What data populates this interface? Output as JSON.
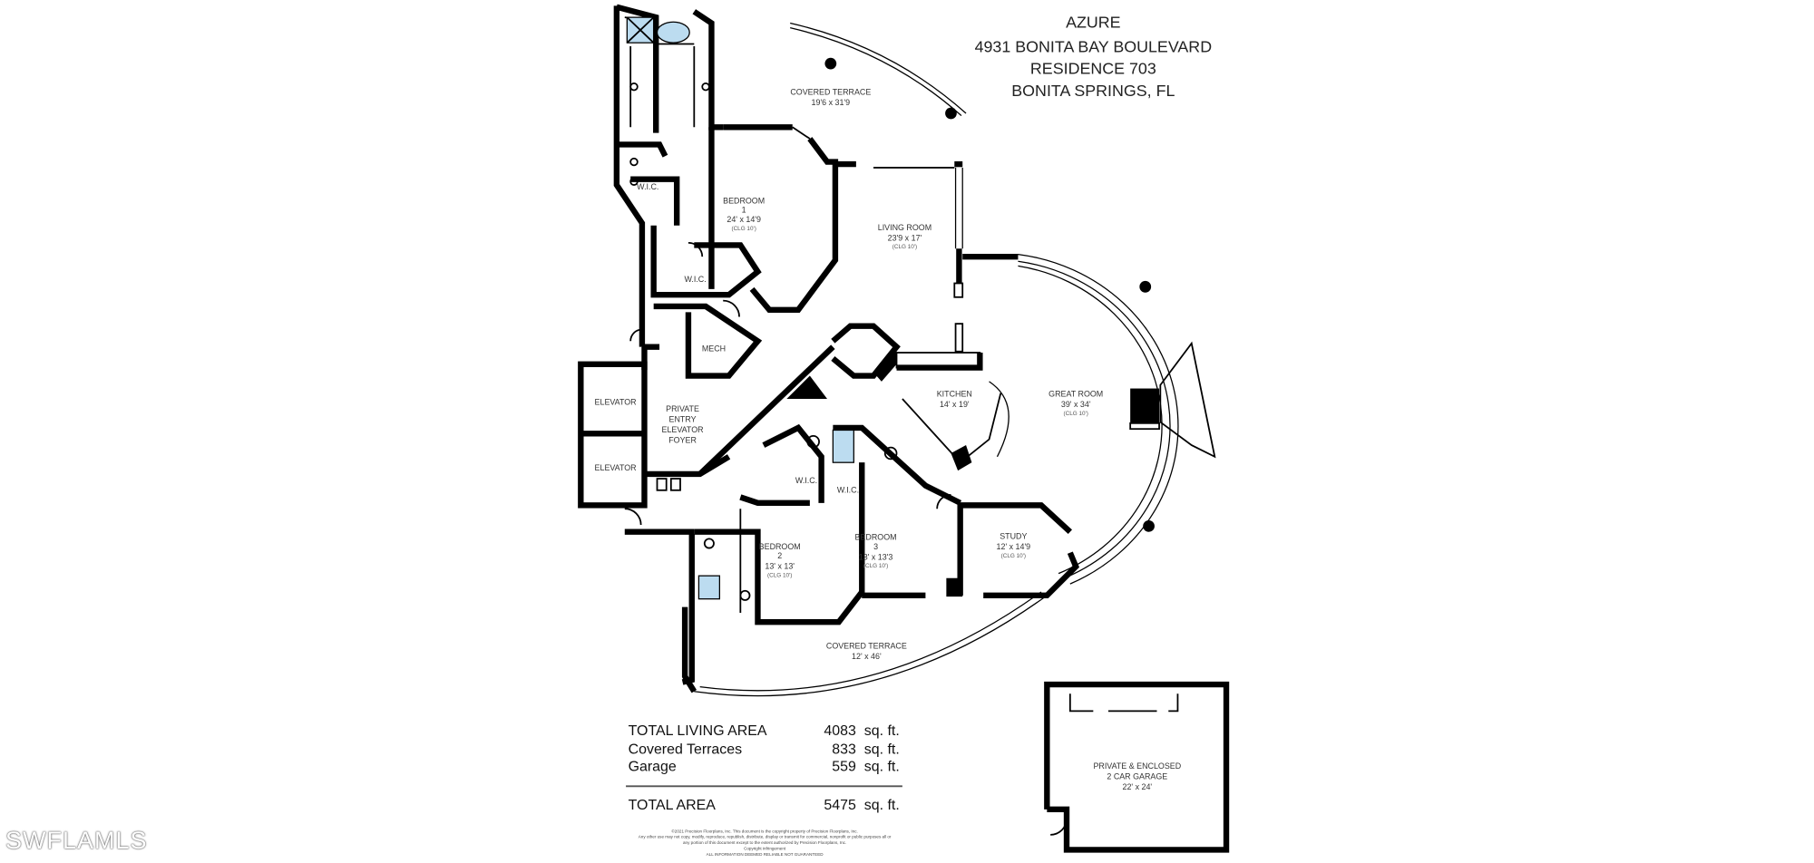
{
  "header": {
    "building": "AZURE",
    "address": "4931 BONITA BAY BOULEVARD",
    "residence": "RESIDENCE 703",
    "city": "BONITA SPRINGS, FL"
  },
  "rooms": {
    "terrace_top": {
      "name": "COVERED TERRACE",
      "dims": "19'6 x 31'9"
    },
    "bedroom1": {
      "name": "BEDROOM",
      "num": "1",
      "dims": "24' x 14'9",
      "clg": "(CLG 10')"
    },
    "living": {
      "name": "LIVING ROOM",
      "dims": "23'9 x 17'",
      "clg": "(CLG 10')"
    },
    "wic1": "W.I.C.",
    "wic2": "W.I.C.",
    "mech": "MECH",
    "kitchen": {
      "name": "KITCHEN",
      "dims": "14' x 19'"
    },
    "great": {
      "name": "GREAT ROOM",
      "dims": "39' x 34'",
      "clg": "(CLG 10')"
    },
    "elevator1": "ELEVATOR",
    "elevator2": "ELEVATOR",
    "foyer": [
      "PRIVATE",
      "ENTRY",
      "ELEVATOR",
      "FOYER"
    ],
    "wic3": "W.I.C.",
    "wic4": "W.I.C.",
    "bedroom2": {
      "name": "BEDROOM",
      "num": "2",
      "dims": "13' x 13'",
      "clg": "(CLG 10')"
    },
    "bedroom3": {
      "name": "BEDROOM",
      "num": "3",
      "dims": "13' x 13'3",
      "clg": "(CLG 10')"
    },
    "study": {
      "name": "STUDY",
      "dims": "12' x 14'9",
      "clg": "(CLG 10')"
    },
    "terrace_bottom": {
      "name": "COVERED TERRACE",
      "dims": "12' x 46'"
    },
    "garage": {
      "line1": "PRIVATE & ENCLOSED",
      "line2": "2 CAR GARAGE",
      "dims": "22' x 24'"
    }
  },
  "areas": [
    {
      "label": "TOTAL LIVING AREA",
      "value": "4083",
      "unit": "sq. ft."
    },
    {
      "label": "Covered Terraces",
      "value": "833",
      "unit": "sq. ft."
    },
    {
      "label": "Garage",
      "value": "559",
      "unit": "sq. ft."
    }
  ],
  "total": {
    "label": "TOTAL AREA",
    "value": "5475",
    "unit": "sq. ft."
  },
  "fineprint": [
    "©2021 Precision Floorplans, Inc. This document is the copyright property of Precision Floorplans, Inc.",
    "Any other use may not copy, modify, reproduce, republish, distribute, display or transmit for commercial, nonprofit or public purposes all or",
    "any portion of this document except to the extent authorized by Precision Floorplans, Inc.",
    "Copyright infringement",
    "ALL INFORMATION DEEMED RELIABLE NOT GUARANTEED"
  ],
  "watermark": "SWFLAMLS",
  "colors": {
    "fixture_fill": "#bcdcf0",
    "wall": "#000000"
  }
}
